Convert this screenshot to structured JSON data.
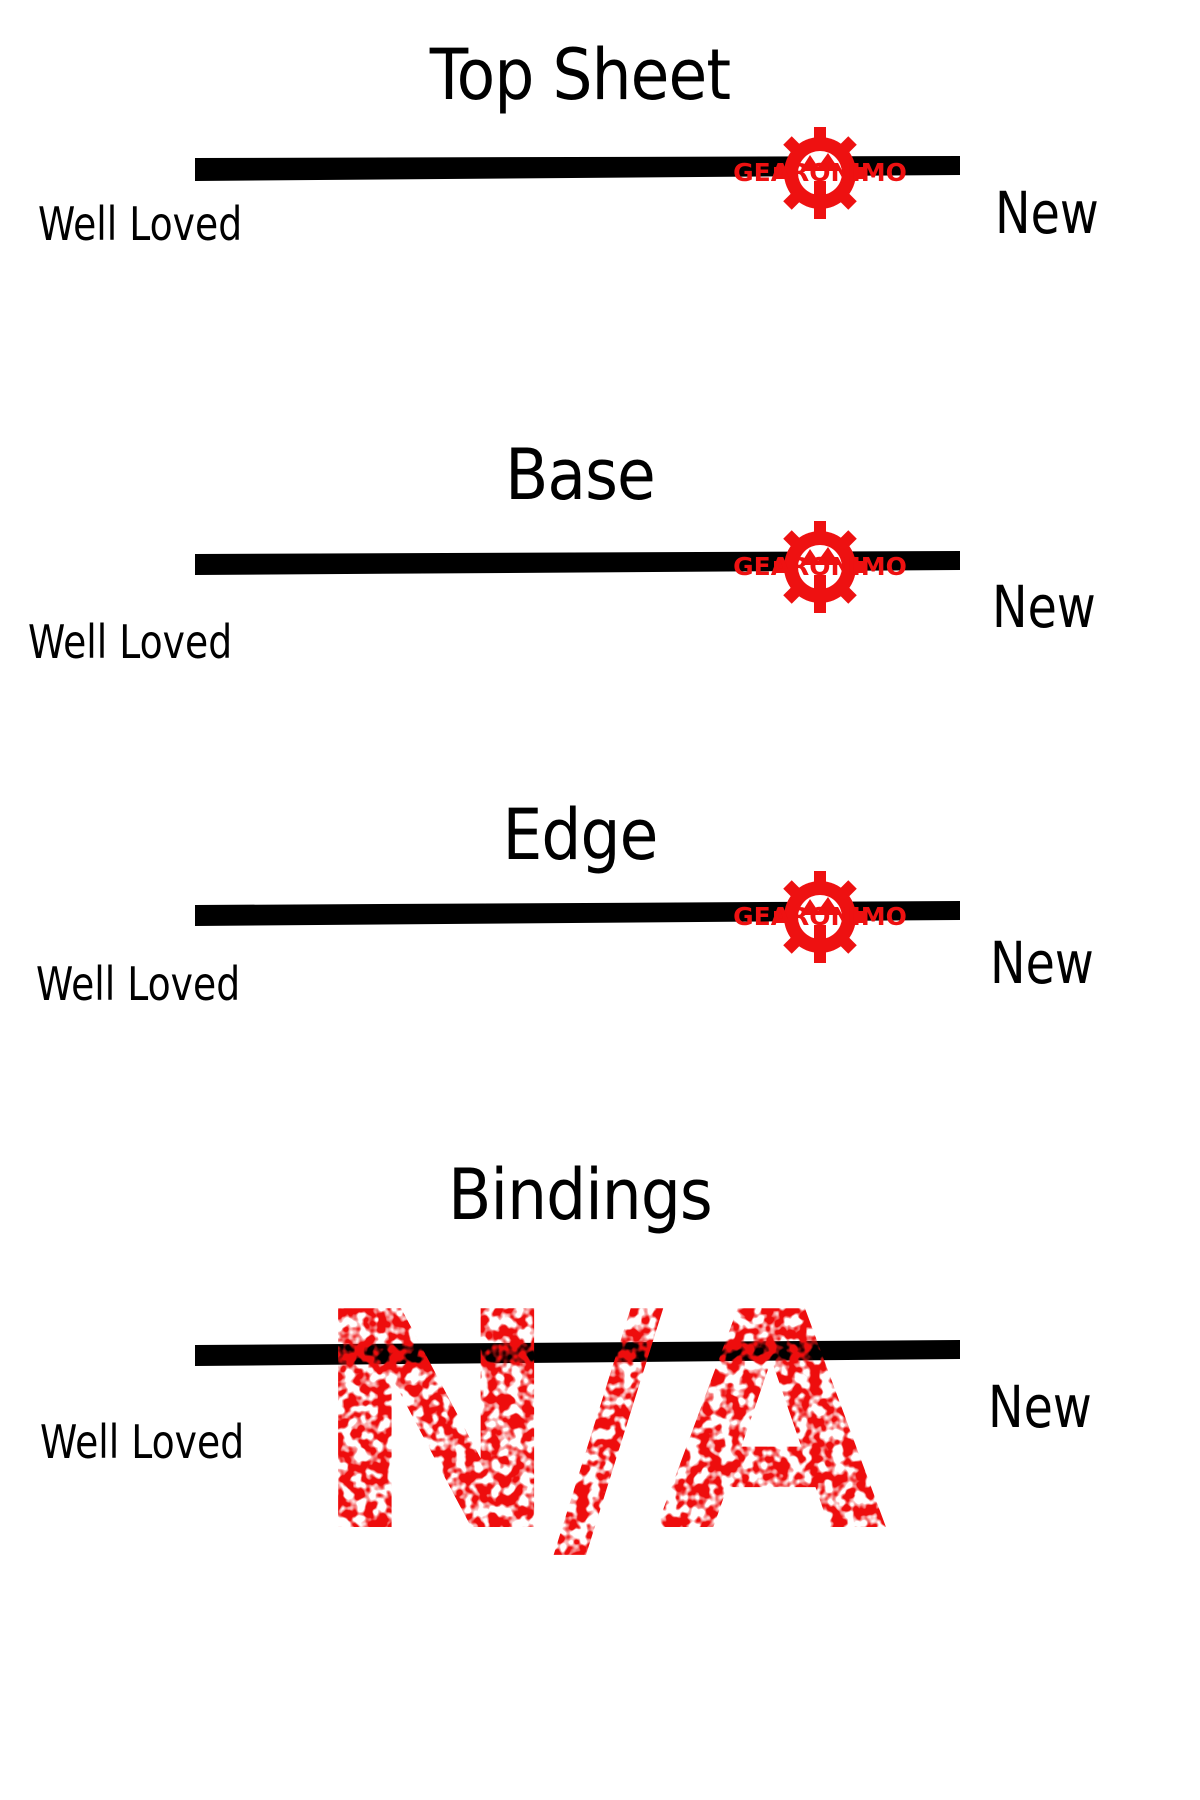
{
  "colors": {
    "track": "#000000",
    "marker": "#ee1111",
    "stamp": "#ee1111"
  },
  "marker": {
    "brand": "GEARONIMO",
    "icon": "gear-mountain-icon"
  },
  "sections": [
    {
      "title": "Top Sheet",
      "low_label": "Well Loved",
      "high_label": "New",
      "rating": 0.82
    },
    {
      "title": "Base",
      "low_label": "Well Loved",
      "high_label": "New",
      "rating": 0.82
    },
    {
      "title": "Edge",
      "low_label": "Well Loved",
      "high_label": "New",
      "rating": 0.82
    },
    {
      "title": "Bindings",
      "low_label": "Well Loved",
      "high_label": "New",
      "rating": null,
      "stamp": "N/A"
    }
  ]
}
